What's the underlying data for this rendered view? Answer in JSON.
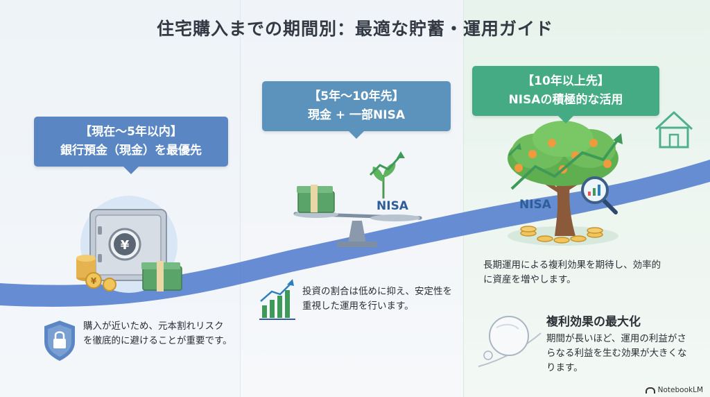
{
  "title": "住宅購入までの期間別：最適な貯蓄・運用ガイド",
  "stages": [
    {
      "heading_line1": "【現在〜5年以内】",
      "heading_line2": "銀行預金（現金）を最優先",
      "description": "購入が近いため、元本割れリスクを徹底的に避けることが重要です。"
    },
    {
      "heading_line1": "【5年〜10年先】",
      "heading_line2": "現金 + 一部NISA",
      "description": "投資の割合は低めに抑え、安定性を重視した運用を行います。",
      "scale_label": "NISA"
    },
    {
      "heading_line1": "【10年以上先】",
      "heading_line2": "NISAの積極的な活用",
      "description": "長期運用による複利効果を期待し、効率的に資産を増やします。",
      "tree_label": "NISA",
      "subheading": "複利効果の最大化",
      "sub_description": "期間が長いほど、運用の利益がさらなる利益を生む効果が大きくなります。"
    }
  ],
  "safe_symbol": "¥",
  "coin_symbol": "¥",
  "brand": "NotebookLM",
  "colors": {
    "stage1": "#5b86c4",
    "stage2": "#5b93bd",
    "stage3": "#45ab85",
    "path": "#5a82cf"
  }
}
